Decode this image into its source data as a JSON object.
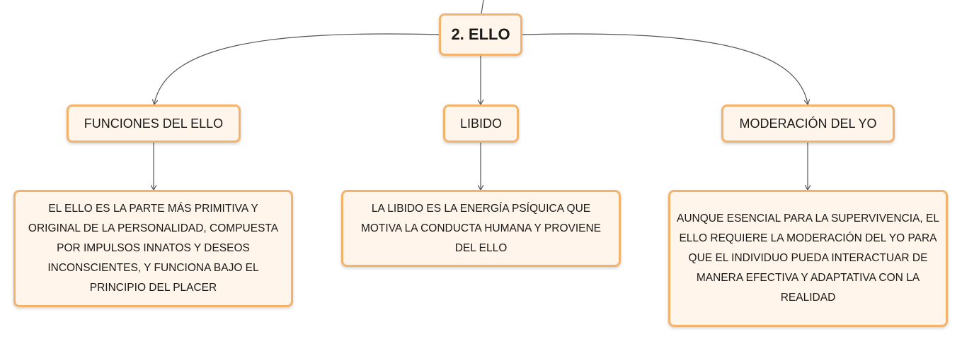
{
  "root": {
    "label": "2. ELLO"
  },
  "branches": [
    {
      "title": "FUNCIONES DEL ELLO",
      "detail": "EL ELLO ES LA PARTE MÁS PRIMITIVA Y ORIGINAL DE LA PERSONALIDAD, COMPUESTA POR IMPULSOS INNATOS Y DESEOS INCONSCIENTES, Y FUNCIONA BAJO EL PRINCIPIO DEL PLACER"
    },
    {
      "title": "LIBIDO",
      "detail": "LA LIBIDO ES LA ENERGÍA PSÍQUICA QUE MOTIVA LA CONDUCTA HUMANA Y PROVIENE DEL ELLO"
    },
    {
      "title": "MODERACIÓN DEL YO",
      "detail": "AUNQUE ESENCIAL PARA LA SUPERVIVENCIA, EL ELLO REQUIERE LA MODERACIÓN DEL YO PARA QUE EL INDIVIDUO PUEDA INTERACTUAR DE MANERA EFECTIVA Y ADAPTATIVA CON LA REALIDAD"
    }
  ],
  "colors": {
    "node_fill": "#fff5ea",
    "node_border": "#f3b36d",
    "connector": "#555555"
  }
}
